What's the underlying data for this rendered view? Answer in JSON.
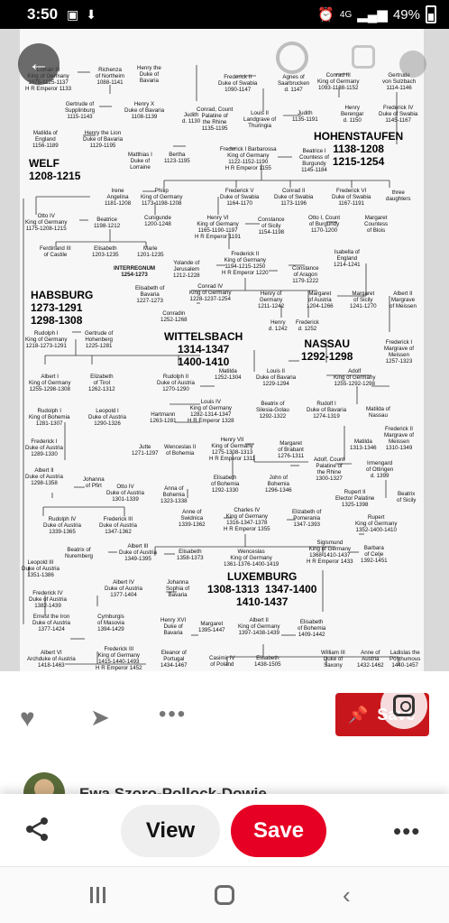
{
  "status_bar": {
    "time": "3:50",
    "network": "4G",
    "battery": "49%"
  },
  "tree": {
    "houses": {
      "hohenstaufen": "HOHENSTAUFEN\n1138-1208\n1215-1254",
      "welf": "WELF\n1208-1215",
      "habsburg": "HABSBURG\n1273-1291\n1298-1308",
      "wittelsbach": "WITTELSBACH\n1314-1347\n1400-1410",
      "nassau": "NASSAU\n1292-1298",
      "luxemburg": "LUXEMBURG\n1308-1313  1347-1400\n1410-1437"
    },
    "nodes": {
      "n1": "Lothair III\nKing of Germany\n1075-1125-1137\nH R Emperor 1133",
      "n2": "Richenza\nof Northeim\n1088-1141",
      "n3": "Henry the\nDuke of\nBavaria",
      "n4": "Frederick II\nDuke of Swabia\n1090-1147",
      "n5": "Agnes of\nSaarbrucken\nd. 1147",
      "n6": "Conrad III\nKing of Germany\n1093-1138-1152",
      "n7": "Gertrude\nvon Sulzbach\n1114-1146",
      "n8": "Gertrude of\nSupplinburg\n1115-1143",
      "n9": "Henry X\nDuke of Bavaria\n1108-1139",
      "n10": "Judith\nd. 1130",
      "n11": "Conrad, Count\nPalatine of\nthe Rhine\n1135-1195",
      "n12": "Louis II\nLandgrave of\nThuringia",
      "n13": "Judith\n1135-1191",
      "n14": "Henry\nBerengar\nd. 1150",
      "n15": "Frederick IV\nDuke of Swabia\n1145-1167",
      "n16": "Matilda of\nEngland\n1156-1189",
      "n17": "Henry the Lion\nDuke of Bavaria\n1129-1195",
      "n18": "Matthias I\nDuke of\nLorraine",
      "n19": "Bertha\n1123-1195",
      "n20": "Frederick I Barbarossa\nKing of Germany\n1122-1152-1190\nH R Emperor 1155",
      "n21": "Beatrice I\nCountess of\nBurgundy\n1145-1184",
      "n22": "Irene\nAngelina\n1181-1208",
      "n23": "Philip\nKing of Germany\n1173-1198-1208",
      "n24": "Frederick V\nDuke of Swabia\n1164-1170",
      "n25": "Conrad II\nDuke of Swabia\n1173-1196",
      "n26": "Frederick VI\nDuke of Swabia\n1167-1191",
      "n27": "three\ndaughters",
      "n28": "Otto IV\nKing of Germany\n1175-1208-1215",
      "n29": "Beatrice\n1198-1212",
      "n30": "Cunigunde\n1200-1248",
      "n31": "Henry VI\nKing of Germany\n1165-1190-1197\nH R Emperor 1191",
      "n32": "Constance\nof Sicily\n1154-1198",
      "n33": "Otto I, Count\nof Burgundy\n1170-1200",
      "n34": "Margaret\nCountess\nof Blois",
      "n35": "Ferdinand III\nof Castile",
      "n36": "Elisabeth\n1203-1235",
      "n37": "Marie\n1201-1235",
      "n38": "Yolande of\nJerusalem\n1212-1228",
      "n39": "Frederick II\nKing of Germany\n1194-1215-1250\nH R Emperor 1220",
      "n40": "Isabella of\nEngland\n1214-1241",
      "n41": "INTERREGNUM\n1254-1273",
      "n42": "Constance\nof Aragon\n1179-1222",
      "n43": "Elisabeth of\nBavaria\n1227-1273",
      "n44": "Conrad IV\nKing of Germany\n1228-1237-1254",
      "n45": "Henry of\nGermany\n1211-1242",
      "n46": "Margaret\nof Austria\n1204-1266",
      "n47": "Margaret\nof Sicily\n1241-1270",
      "n48": "Albert II\nMargrave\nof Meissen",
      "n49": "Conradin\n1252-1268",
      "n50": "Henry\nd. 1242",
      "n51": "Frederick\nd. 1252",
      "n52": "Rudolph I\nKing of Germany\n1218-1273-1291",
      "n53": "Gertrude of\nHohenberg\n1225-1281",
      "n54": "Frederick I\nMargrave of\nMeissen\n1257-1323",
      "n55": "Albert I\nKing of Germany\n1255-1298-1308",
      "n56": "Elizabeth\nof Tirol\n1262-1312",
      "n57": "Rudolph II\nDuke of Austria\n1270-1290",
      "n58": "Matilda\n1252-1304",
      "n59": "Louis II\nDuke of Bavaria\n1229-1294",
      "n60": "Adolf\nKing of Germany\n1255-1292-1298",
      "n61": "Rudolph I\nKing of Bohemia\n1281-1307",
      "n62": "Leopold I\nDuke of Austria\n1290-1326",
      "n63": "Hartmann\n1263-1281",
      "n64": "Louis IV\nKing of Germany\n1282-1314-1347\nH R Emperor 1328",
      "n65": "Beatrix of\nSilesia-Golau\n1292-1322",
      "n66": "Rudolf I\nDuke of Bavaria\n1274-1319",
      "n67": "Matilda of\nNassau",
      "n68": "Frederick I\nDuke of Austria\n1289-1330",
      "n69": "Jutte\n1271-1297",
      "n70": "Wenceslas II\nof Bohemia",
      "n71": "Henry VII\nKing of Germany\n1275-1308-1313\nH R Emperor 1311",
      "n72": "Margaret\nof Brabant\n1276-1311",
      "n73": "Matilda\n1313-1346",
      "n74": "Frederick II\nMargrave of\nMeissen\n1310-1349",
      "n75": "Albert II\nDuke of Austria\n1298-1358",
      "n76": "Johanna\nof Pfirt",
      "n77": "Otto IV\nDuke of Austria\n1301-1339",
      "n78": "Anna of\nBohemia\n1323-1338",
      "n79": "Elisabeth\nof Bohemia\n1292-1330",
      "n80": "John of\nBohemia\n1296-1346",
      "n81": "Adolf, Count\nPalatine of\nthe Rhine\n1300-1327",
      "n82": "Irmengard\nof Ottingen\nd. 1399",
      "n83": "Rudolph IV\nDuke of Austria\n1339-1365",
      "n84": "Frederick III\nDuke of Austria\n1347-1362",
      "n85": "Anne of\nSwidnica\n1339-1362",
      "n86": "Charles IV\nKing of Germany\n1316-1347-1378\nH R Emperor 1355",
      "n87": "Elizabeth of\nPomerania\n1347-1393",
      "n88": "Rupert II\nElector Palatine\n1325-1398",
      "n89": "Beatrix\nof Sicily",
      "n90": "Rupert\nKing of Germany\n1352-1400-1410",
      "n91": "Beatrix of\nNuremberg",
      "n92": "Albert III\nDuke of Austria\n1349-1395",
      "n93": "Elisabeth\n1358-1373",
      "n94": "Wenceslas\nKing of Germany\n1361-1376-1400-1419",
      "n95": "Sigismund\nKing of Germany\n1368-1410-1437\nH R Emperor 1433",
      "n96": "Barbara\nof Celje\n1392-1451",
      "n97": "Leopold III\nDuke of Austria\n1351-1386",
      "n98": "Albert IV\nDuke of Austria\n1377-1404",
      "n99": "Johanna\nSophia of\nBavaria",
      "n100": "Frederick IV\nDuke of Austria\n1382-1439",
      "n101": "Ernest the Iron\nDuke of Austria\n1377-1424",
      "n102": "Cymburgis\nof Masovia\n1394-1429",
      "n103": "Henry XVI\nDuke of\nBavaria",
      "n104": "Margaret\n1395-1447",
      "n105": "Albert II\nKing of Germany\n1397-1438-1439",
      "n106": "Elisabeth\nof Bohemia\n1409-1442",
      "n107": "Albert VI\nArchduke of Austria\n1418-1463",
      "n108": "Frederick III\nKing of Germany\n1415-1440-1493\nH R Emperor 1452",
      "n109": "Eleanor of\nPortugal\n1434-1467",
      "n110": "Casimir IV\nof Poland",
      "n111": "Elisabeth\n1438-1505",
      "n112": "William III\nDuke of\nSaxony",
      "n113": "Anne of\nAustria\n1432-1462",
      "n114": "Ladislas the\nPosthumous\n1440-1457"
    }
  },
  "actions": {
    "save_label": "Save"
  },
  "author": {
    "name": "Ewa Szoro-Pollock-Dowie"
  },
  "bottom_bar": {
    "view_label": "View",
    "save_label": "Save"
  },
  "icons": {
    "back": "back-arrow-icon",
    "heart": "heart-icon",
    "send": "send-icon",
    "more": "more-icon",
    "pin": "pin-icon",
    "lens": "visual-search-icon",
    "share": "share-icon"
  },
  "colors": {
    "save_red": "#e60023",
    "save_dark_red": "#c8171c"
  }
}
